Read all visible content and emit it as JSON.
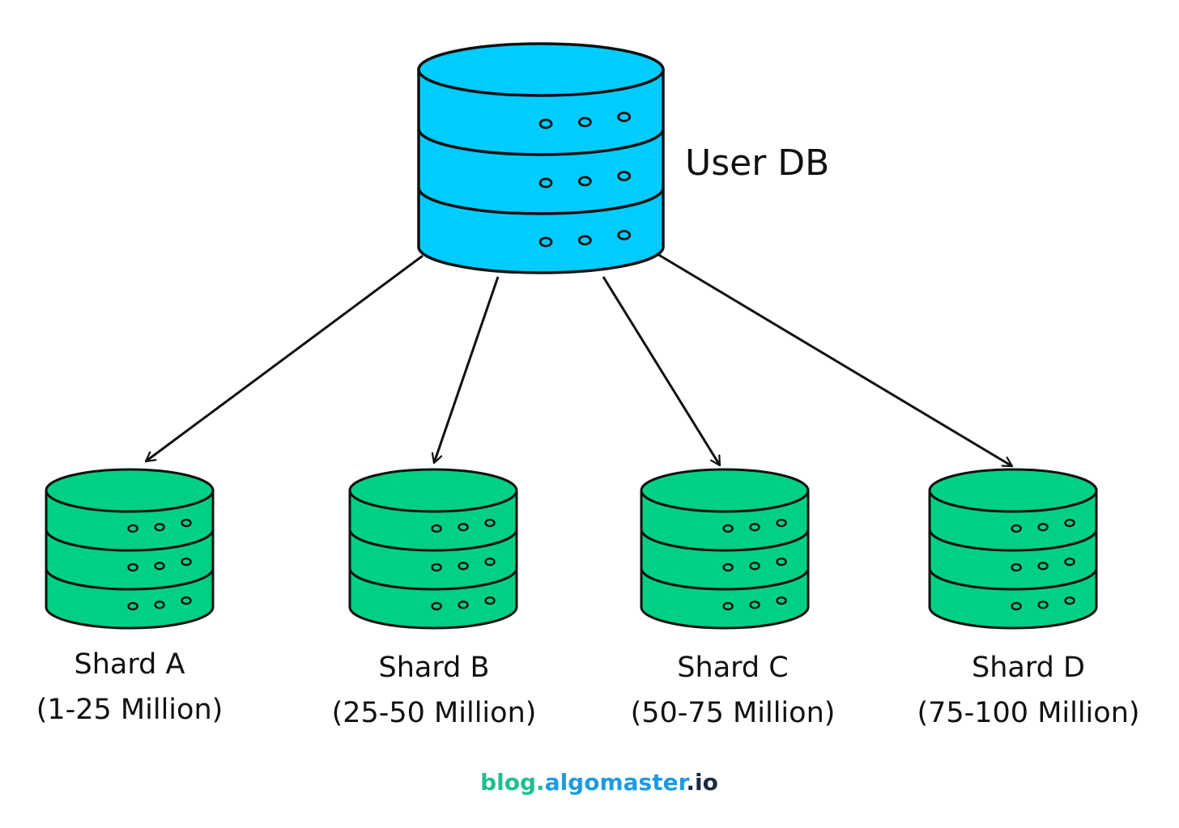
{
  "main_db": {
    "label": "User DB",
    "color": "#00CCFF"
  },
  "shard_color": "#00D084",
  "shards": [
    {
      "name": "Shard A",
      "range": "(1-25 Million)"
    },
    {
      "name": "Shard B",
      "range": "(25-50 Million)"
    },
    {
      "name": "Shard C",
      "range": "(50-75 Million)"
    },
    {
      "name": "Shard D",
      "range": "(75-100 Million)"
    }
  ],
  "watermark": {
    "prefix": "blog.",
    "brand": "algomaster",
    "suffix": ".io",
    "prefix_color": "#1FBF8F",
    "brand_color": "#1E9BE0",
    "suffix_color": "#1A2A40"
  }
}
